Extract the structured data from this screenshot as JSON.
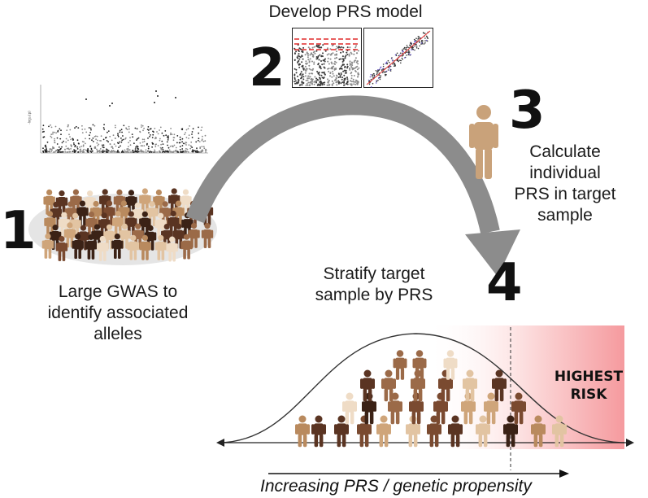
{
  "steps": [
    {
      "number": "1",
      "caption_lines": [
        "Large GWAS to",
        "identify associated",
        "alleles"
      ]
    },
    {
      "number": "2",
      "caption_lines": [
        "Develop PRS model"
      ]
    },
    {
      "number": "3",
      "caption_lines": [
        "Calculate",
        "individual",
        "PRS in target",
        "sample"
      ]
    },
    {
      "number": "4",
      "caption_lines": [
        "Stratify target",
        "sample by PRS"
      ]
    }
  ],
  "manhattan": {
    "ylabel": "-log₁₀(p)"
  },
  "distribution": {
    "highlight_lines": [
      "HIGHEST",
      "RISK"
    ],
    "axis_label": "Increasing PRS / genetic propensity"
  },
  "colors": {
    "arrow": "#8c8c8c",
    "skin_tones": [
      "#3b2216",
      "#5a3422",
      "#7a4a30",
      "#9b6a48",
      "#b98a5e",
      "#cfa57a",
      "#e2c4a2",
      "#efdcc6"
    ],
    "risk_gradient_end": "#f59a9e",
    "threshold_red": "#e02a2a",
    "regression_red": "#e03a3a"
  }
}
